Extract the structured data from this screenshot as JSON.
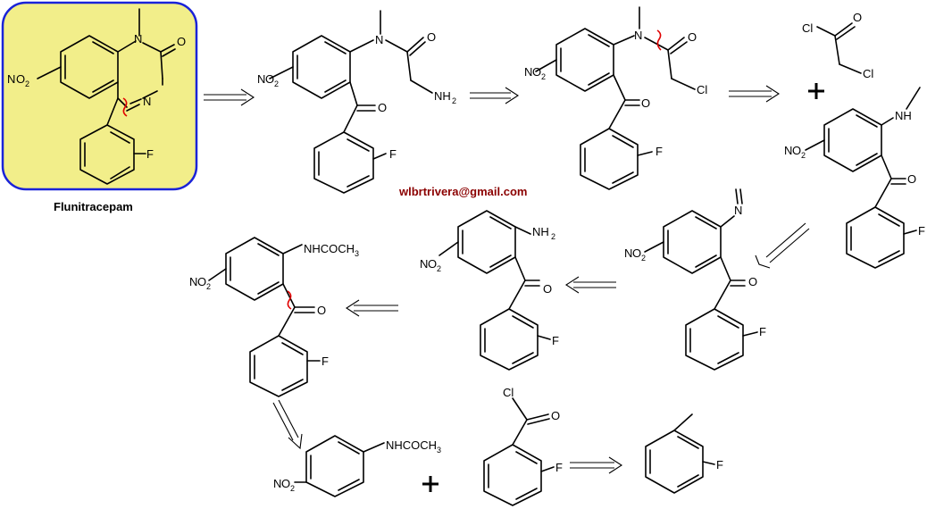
{
  "title": "Flunitracepam",
  "email": "wlbrtrivera@gmail.com",
  "atoms": {
    "N": "N",
    "O": "O",
    "F": "F",
    "Cl": "Cl",
    "NH": "NH",
    "NH2_main": "NH",
    "two": "2",
    "NO2_main": "O",
    "NO2_N": "N",
    "NHCOCH": "NHCOCH",
    "three": "3"
  },
  "colors": {
    "highlight_fill": "#f2ee8a",
    "highlight_border": "#1a23d8",
    "email_color": "#8b0000",
    "disconnection_mark": "#e00000"
  }
}
